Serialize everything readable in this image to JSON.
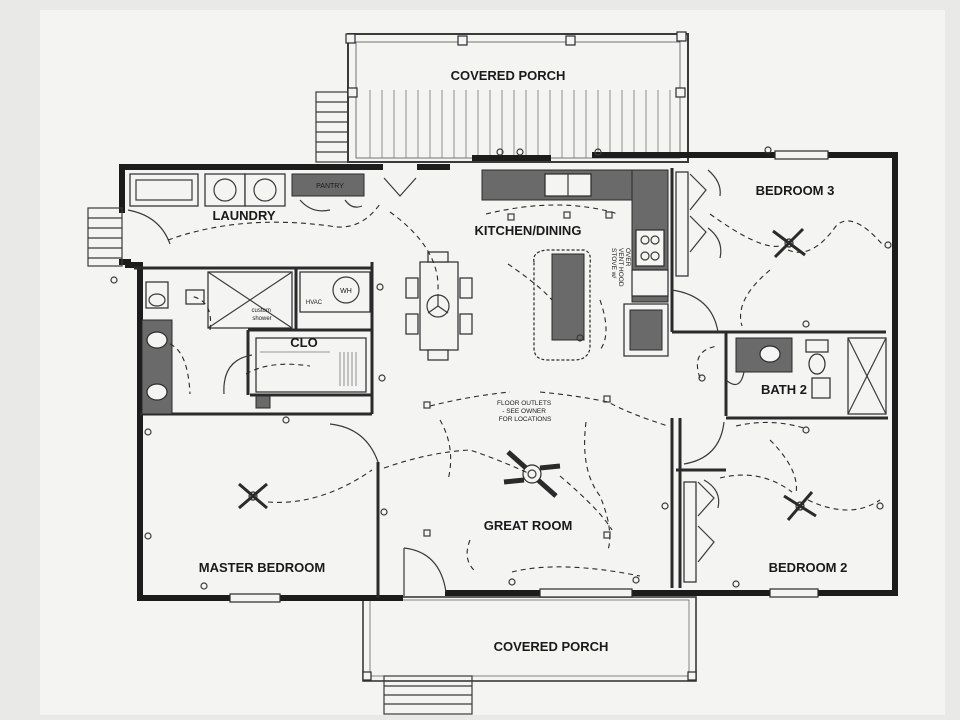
{
  "plan": {
    "rooms": {
      "covered_porch_rear": "COVERED PORCH",
      "covered_porch_front": "COVERED PORCH",
      "laundry": "LAUNDRY",
      "kitchen_dining": "KITCHEN/DINING",
      "bedroom_3": "BEDROOM 3",
      "clo": "CLO",
      "bath_2": "BATH 2",
      "great_room": "GREAT ROOM",
      "master_bedroom": "MASTER BEDROOM",
      "bedroom_2": "BEDROOM 2"
    },
    "notes": {
      "pantry": "PANTRY",
      "stove_vent": [
        "STOVE w/",
        "VENT HOOD",
        "OVER"
      ],
      "wh": "WH",
      "hvac": "HVAC",
      "shower": [
        "custom",
        "shower"
      ],
      "floor_outlets": [
        "FLOOR OUTLETS",
        "- SEE OWNER",
        "FOR LOCATIONS"
      ]
    }
  },
  "colors": {
    "wall": "#1c1c1c",
    "paper": "#f4f4f2",
    "background": "#e9e9e7",
    "counter": "#6a6a6a"
  }
}
